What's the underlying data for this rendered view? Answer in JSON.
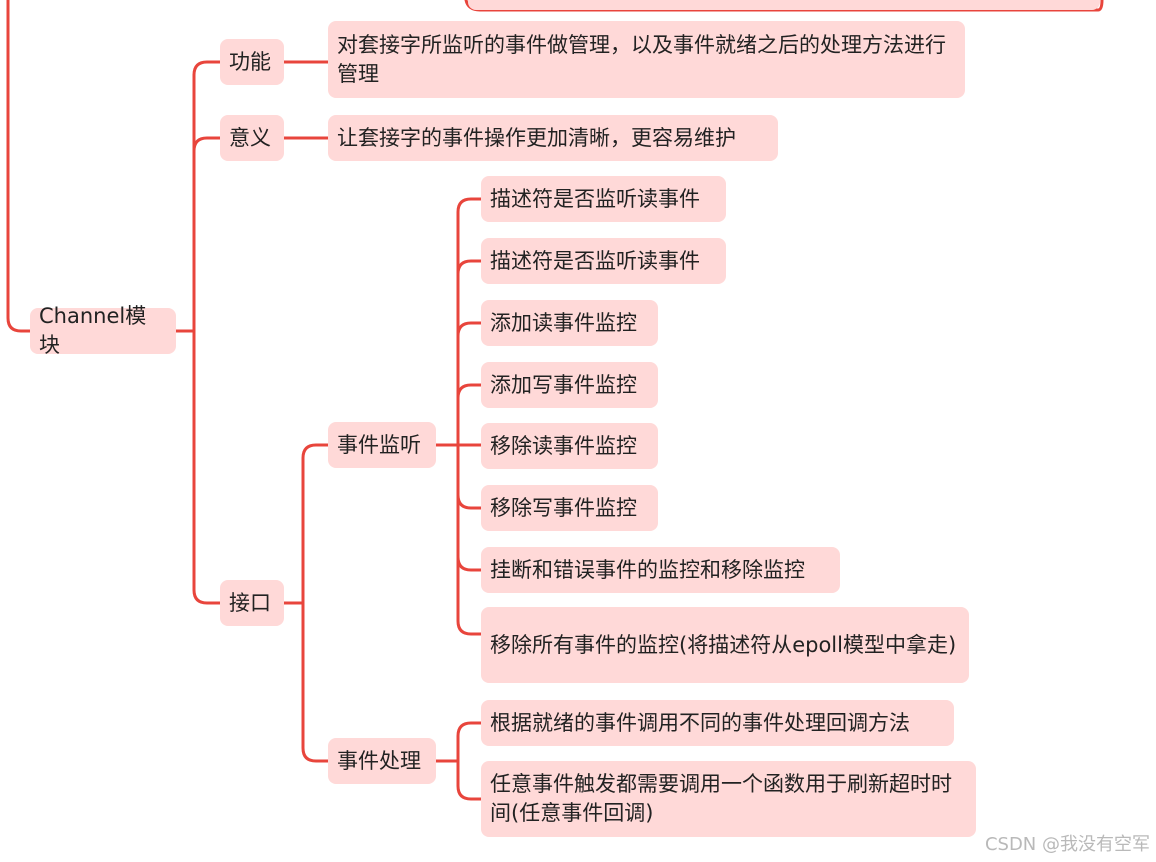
{
  "mindmap": {
    "root": "Channel模块",
    "branches": {
      "function": {
        "label": "功能",
        "detail": "对套接字所监听的事件做管理，以及事件就绪之后的处理方法进行管理"
      },
      "meaning": {
        "label": "意义",
        "detail": "让套接字的事件操作更加清晰，更容易维护"
      },
      "interface": {
        "label": "接口",
        "event_listen": {
          "label": "事件监听",
          "items": [
            "描述符是否监听读事件",
            "描述符是否监听读事件",
            "添加读事件监控",
            "添加写事件监控",
            "移除读事件监控",
            "移除写事件监控",
            "挂断和错误事件的监控和移除监控",
            "移除所有事件的监控(将描述符从epoll模型中拿走)"
          ]
        },
        "event_handle": {
          "label": "事件处理",
          "items": [
            "根据就绪的事件调用不同的事件处理回调方法",
            "任意事件触发都需要调用一个函数用于刷新超时时间(任意事件回调)"
          ]
        }
      }
    }
  },
  "watermark": "CSDN @我没有空军",
  "colors": {
    "node_fill": "#ffd9d8",
    "connector": "#e8453c",
    "text": "#222222"
  }
}
